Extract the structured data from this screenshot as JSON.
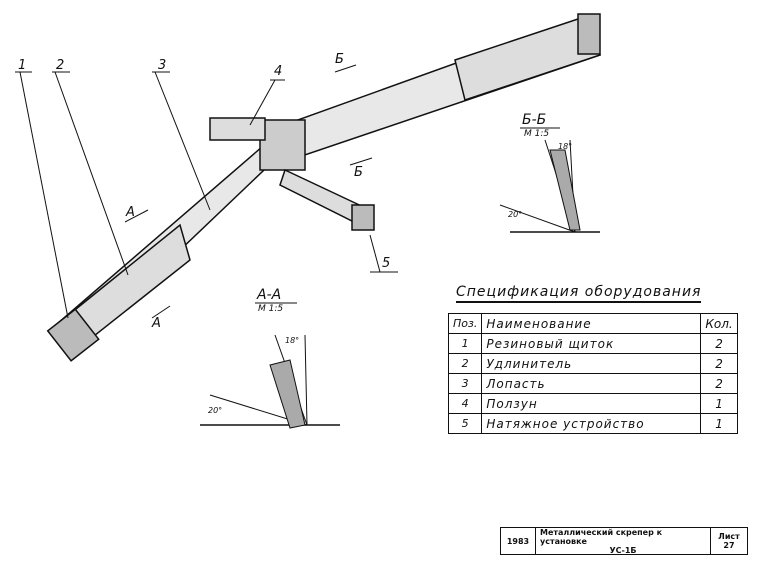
{
  "drawing": {
    "position_callouts": [
      "1",
      "2",
      "3",
      "4",
      "5"
    ],
    "section_marks": {
      "a": "А",
      "b": "Б"
    },
    "section_bb": {
      "title": "Б-Б",
      "scale": "М 1:5",
      "angle_top": "18°",
      "angle_bottom": "20°"
    },
    "section_aa": {
      "title": "А-А",
      "scale": "М 1:5",
      "angle_top": "18°",
      "angle_bottom": "20°"
    }
  },
  "specification": {
    "title": "Спецификация оборудования",
    "headers": {
      "pos": "Поз.",
      "name": "Наименование",
      "qty": "Кол."
    },
    "rows": [
      {
        "pos": "1",
        "name": "Резиновый щиток",
        "qty": "2"
      },
      {
        "pos": "2",
        "name": "Удлинитель",
        "qty": "2"
      },
      {
        "pos": "3",
        "name": "Лопасть",
        "qty": "2"
      },
      {
        "pos": "4",
        "name": "Ползун",
        "qty": "1"
      },
      {
        "pos": "5",
        "name": "Натяжное устройство",
        "qty": "1"
      }
    ]
  },
  "title_block": {
    "year": "1983",
    "title": "Металлический скрепер к установке",
    "model": "УС-1Б",
    "sheet_label": "Лист",
    "sheet_number": "27"
  }
}
